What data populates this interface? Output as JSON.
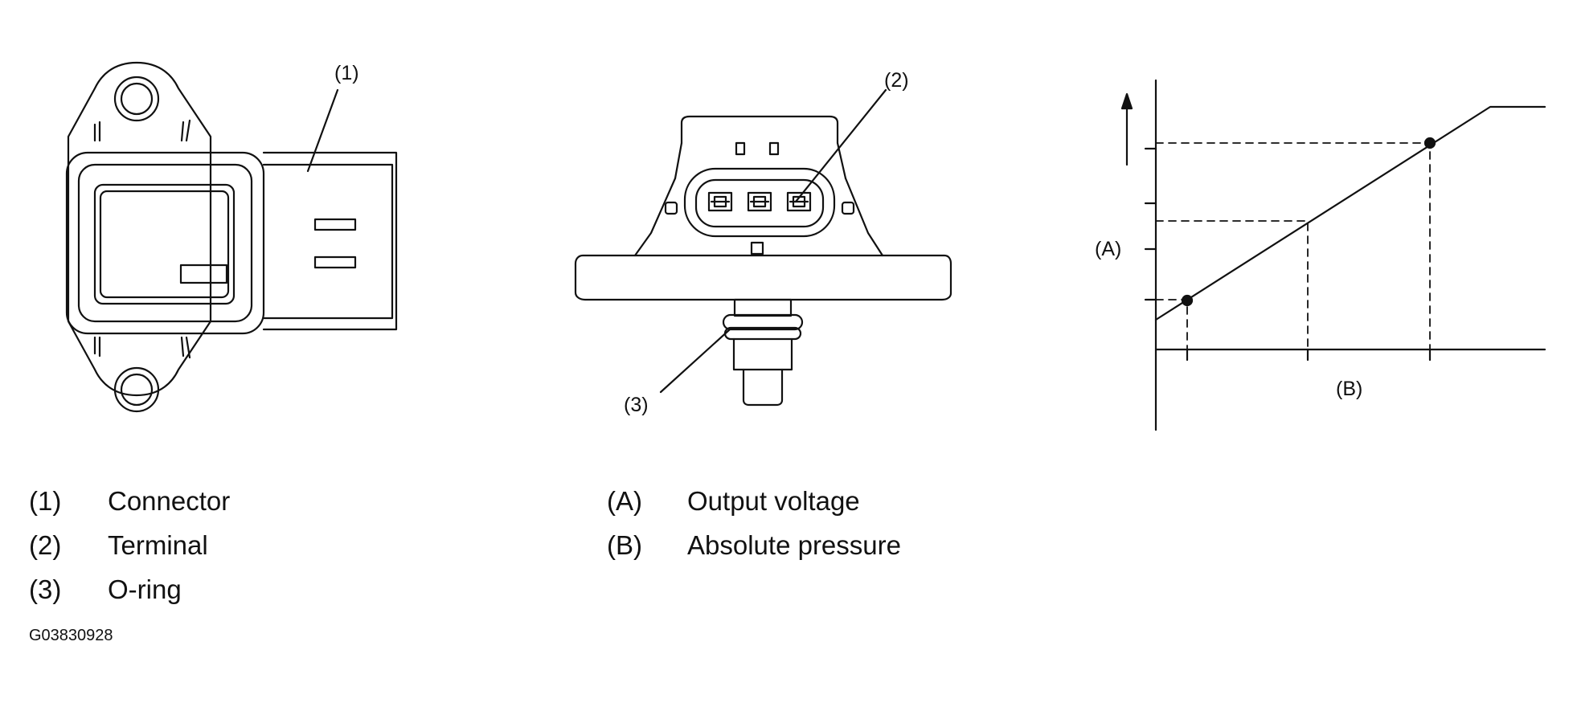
{
  "callouts": {
    "c1": "(1)",
    "c2": "(2)",
    "c3": "(3)",
    "axis_a": "(A)",
    "axis_b": "(B)"
  },
  "legend_left": [
    {
      "key": "(1)",
      "text": "Connector"
    },
    {
      "key": "(2)",
      "text": "Terminal"
    },
    {
      "key": "(3)",
      "text": "O-ring"
    }
  ],
  "legend_right": [
    {
      "key": "(A)",
      "text": "Output voltage"
    },
    {
      "key": "(B)",
      "text": "Absolute pressure"
    }
  ],
  "figure_id": "G03830928"
}
